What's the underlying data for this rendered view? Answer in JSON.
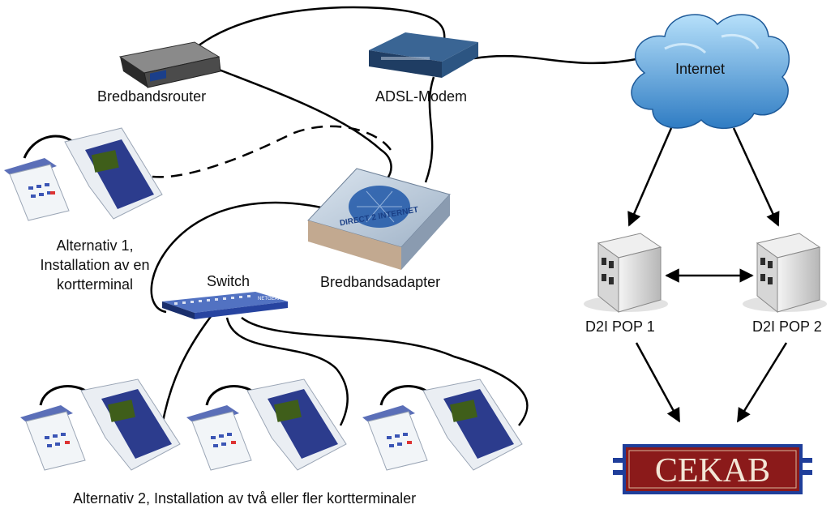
{
  "labels": {
    "router": "Bredbandsrouter",
    "modem": "ADSL-Modem",
    "internet": "Internet",
    "adapter": "Bredbandsadapter",
    "switch": "Switch",
    "alt1_line1": "Alternativ 1,",
    "alt1_line2": "Installation av en",
    "alt1_line3": "kortterminal",
    "pop1": "D2I POP 1",
    "pop2": "D2I POP 2",
    "alt2": "Alternativ 2, Installation av två eller fler kortterminaler"
  },
  "logos": {
    "cekab": "CEKAB",
    "adapter_brand": "DIRECT 2 INTERNET",
    "switch_brand": "NETGEAR"
  },
  "colors": {
    "cable": "#000000",
    "cloud": "#3f86c8",
    "cloud_light": "#9fd0f2",
    "cekab_bg": "#8b1a1a",
    "cekab_border": "#1f3e9a",
    "switch_blue": "#1e3f9a",
    "router_dark": "#3a3a3a",
    "modem_blue": "#22466f",
    "adapter_face": "#b9c8d9",
    "terminal_body": "#e8eef4",
    "keypad_blue": "#2a3b86"
  },
  "icons": [
    "router-icon",
    "modem-icon",
    "cloud-icon",
    "adapter-icon",
    "switch-icon",
    "server-icon",
    "card-terminal-icon",
    "cekab-logo"
  ]
}
